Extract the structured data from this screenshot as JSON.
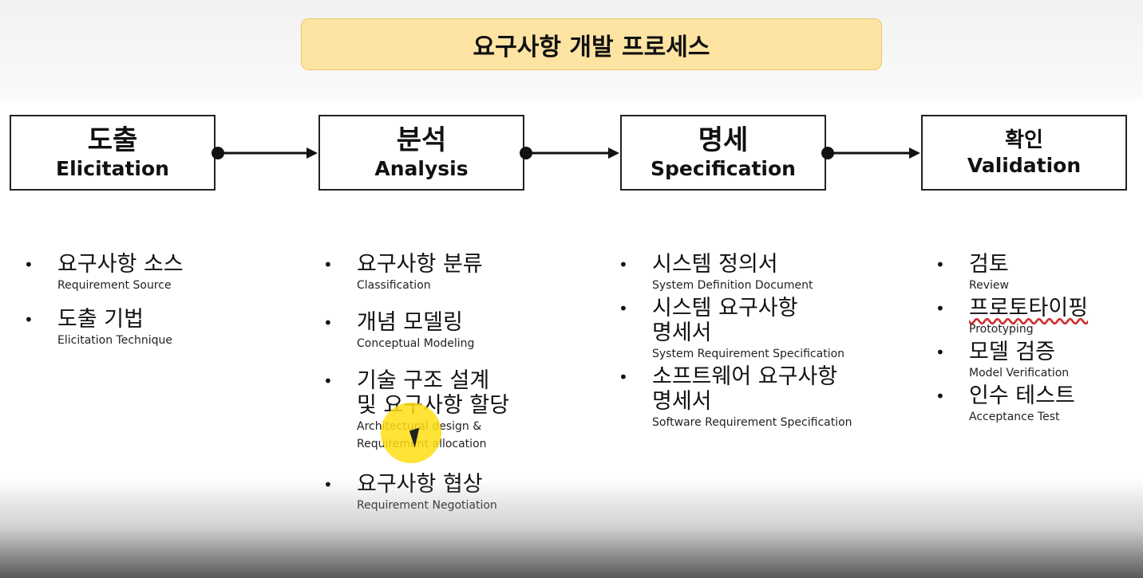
{
  "title": "요구사항 개발 프로세스",
  "stages": [
    {
      "ko": "도출",
      "en": "Elicitation"
    },
    {
      "ko": "분석",
      "en": "Analysis"
    },
    {
      "ko": "명세",
      "en": "Specification"
    },
    {
      "ko": "확인",
      "en": "Validation"
    }
  ],
  "lists": {
    "elicitation": [
      {
        "ko": "요구사항 소스",
        "en": "Requirement Source"
      },
      {
        "ko": "도출 기법",
        "en": "Elicitation Technique"
      }
    ],
    "analysis": [
      {
        "ko": "요구사항 분류",
        "en": "Classification"
      },
      {
        "ko": "개념 모델링",
        "en": "Conceptual Modeling"
      },
      {
        "ko_line1": "기술 구조 설계",
        "ko_line2": "및 요구사항 할당",
        "en_line1": "Architectural design &",
        "en_line2": "Requirement allocation"
      },
      {
        "ko": "요구사항 협상",
        "en": "Requirement Negotiation"
      }
    ],
    "specification": [
      {
        "ko": "시스템 정의서",
        "en": "System Definition Document"
      },
      {
        "ko_line1": "시스템 요구사항",
        "ko_line2": "명세서",
        "en": "System Requirement Specification"
      },
      {
        "ko_line1": "소프트웨어 요구사항",
        "ko_line2": "명세서",
        "en": "Software Requirement Specification"
      }
    ],
    "validation": [
      {
        "ko": "검토",
        "en": "Review"
      },
      {
        "ko": "프로토타이핑",
        "en": "Prototyping"
      },
      {
        "ko": "모델 검증",
        "en": "Model Verification"
      },
      {
        "ko": "인수 테스트",
        "en": "Acceptance Test"
      }
    ]
  },
  "colors": {
    "title_fill": "#fde4a3",
    "title_border": "#efc66a",
    "cursor_highlight": "#ffde14",
    "spellcheck_underline": "#d23030"
  }
}
